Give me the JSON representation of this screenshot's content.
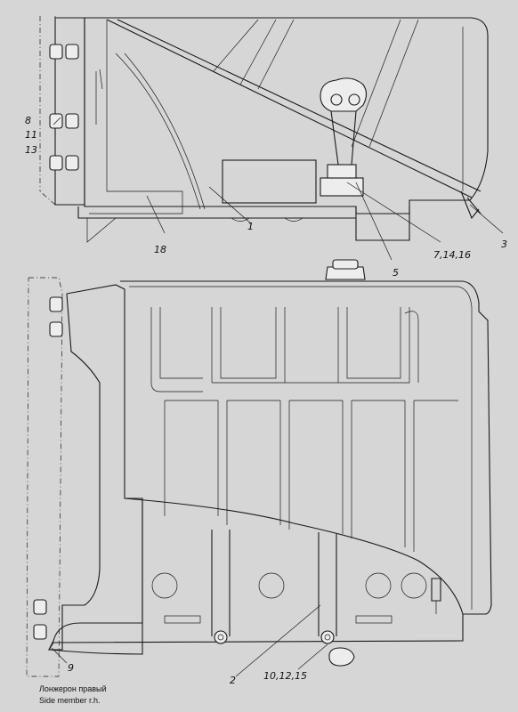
{
  "callouts": {
    "c8": "8",
    "c11": "11",
    "c13": "13",
    "c18": "18",
    "c1": "1",
    "c5": "5",
    "c7_14_16": "7,14,16",
    "c3": "3",
    "c9": "9",
    "c2": "2",
    "c10_12_15": "10,12,15"
  },
  "caption": {
    "line_ru": "Лонжерон правый",
    "line_en": "Side member r.h."
  }
}
